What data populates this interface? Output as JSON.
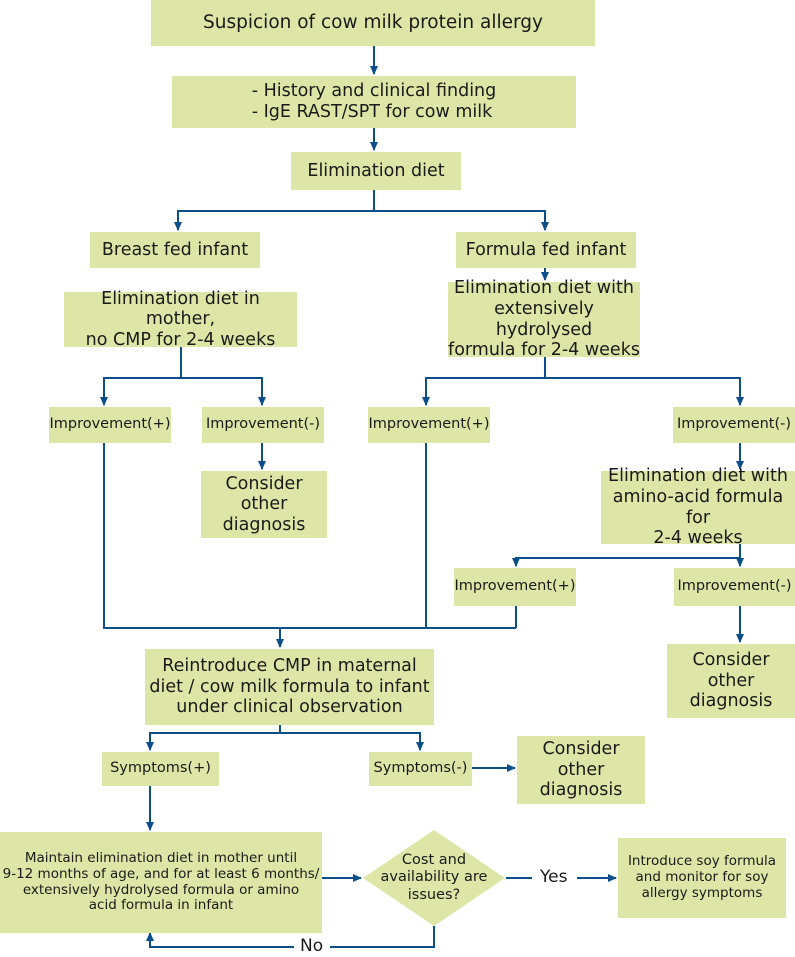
{
  "colors": {
    "box_bg": "#dde6a7",
    "line": "#0b4f8a",
    "text": "#1a1a1a"
  },
  "nodes": {
    "suspicion": "Suspicion of cow milk protein allergy",
    "history_line1": "- History and clinical finding",
    "history_line2": "- IgE RAST/SPT for cow milk",
    "elimination_diet": "Elimination diet",
    "breast_fed": "Breast fed infant",
    "formula_fed": "Formula fed infant",
    "mother_diet_line1": "Elimination diet in mother,",
    "mother_diet_line2": "no CMP for 2-4 weeks",
    "hydrolysed_line1": "Elimination diet with",
    "hydrolysed_line2": "extensively hydrolysed",
    "hydrolysed_line3": "formula for 2-4 weeks",
    "bf_improvement_pos": "Improvement(+)",
    "bf_improvement_neg": "Improvement(-)",
    "ff_improvement_pos": "Improvement(+)",
    "ff_improvement_neg": "Improvement(-)",
    "consider_other_1_line1": "Consider other",
    "consider_other_1_line2": "diagnosis",
    "amino_line1": "Elimination diet with",
    "amino_line2": "amino-acid formula for",
    "amino_line3": "2-4 weeks",
    "aa_improvement_pos": "Improvement(+)",
    "aa_improvement_neg": "Improvement(-)",
    "consider_other_2_line1": "Consider other",
    "consider_other_2_line2": "diagnosis",
    "reintroduce_line1": "Reintroduce CMP in maternal",
    "reintroduce_line2": "diet / cow milk formula to infant",
    "reintroduce_line3": "under clinical observation",
    "symptoms_pos": "Symptoms(+)",
    "symptoms_neg": "Symptoms(-)",
    "consider_other_3_line1": "Consider other",
    "consider_other_3_line2": "diagnosis",
    "maintain_line1": "Maintain elimination diet in mother until",
    "maintain_line2": "9-12 months of age, and for at least 6 months/",
    "maintain_line3": "extensively hydrolysed formula or amino",
    "maintain_line4": "acid formula in infant",
    "decision_line1": "Cost and",
    "decision_line2": "availability are",
    "decision_line3": "issues?",
    "soy_line1": "Introduce soy formula",
    "soy_line2": "and monitor for soy",
    "soy_line3": "allergy symptoms"
  },
  "edge_labels": {
    "yes": "Yes",
    "no": "No"
  }
}
